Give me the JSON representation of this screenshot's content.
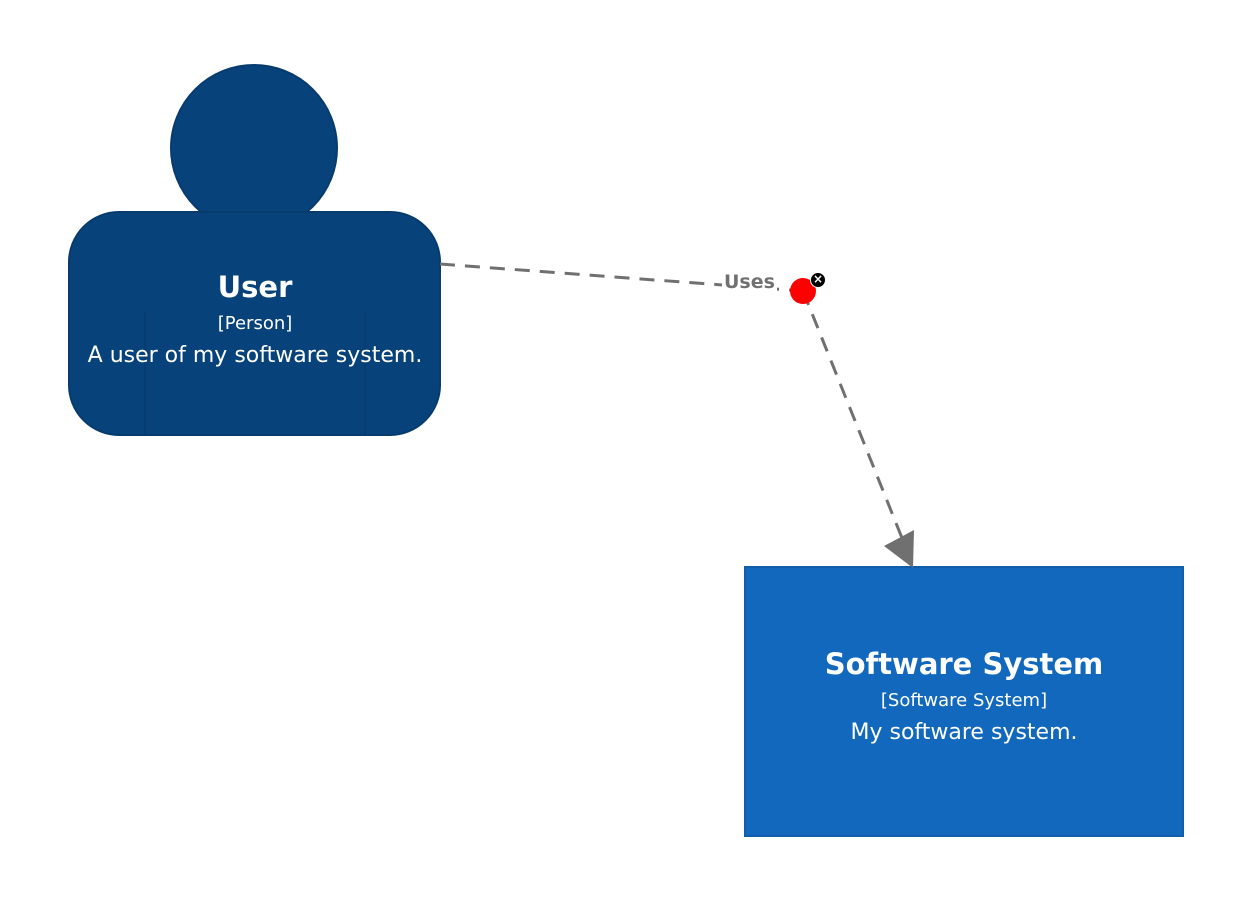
{
  "diagram": {
    "elements": [
      {
        "id": "user",
        "name": "User",
        "type_label": "[Person]",
        "description": "A user of my software system.",
        "shape": "person",
        "fill": "#08427b",
        "stroke": "#073b6e"
      },
      {
        "id": "software-system",
        "name": "Software System",
        "type_label": "[Software System]",
        "description": "My software system.",
        "shape": "box",
        "fill": "#1168bd",
        "stroke": "#0f5eaa"
      }
    ],
    "relationships": [
      {
        "from": "User",
        "to": "Software System",
        "label": "Uses",
        "style": "dashed",
        "color": "#707070",
        "selected_vertex_color": "#ff0000"
      }
    ],
    "controls": {
      "delete_vertex_icon": "close-icon",
      "delete_vertex_glyph": "×"
    }
  }
}
